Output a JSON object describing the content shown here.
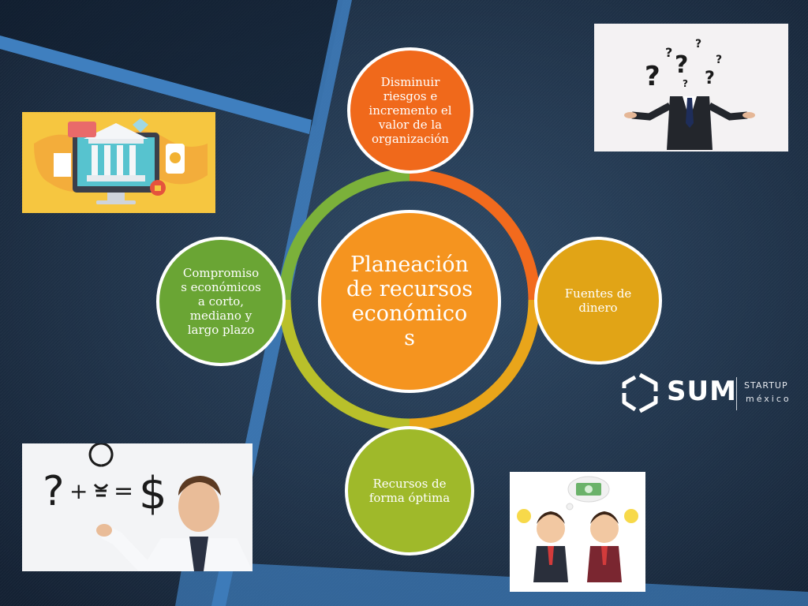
{
  "diagram": {
    "center": {
      "label": "Planeación\nde recursos\neconómico\ns",
      "color": "#f5941f"
    },
    "nodes": [
      {
        "id": "top",
        "label": "Disminuir\nriesgos e\nincremento el\nvalor de la\norganización",
        "color": "#f0691b"
      },
      {
        "id": "right",
        "label": "Fuentes de\ndinero",
        "color": "#e1a416"
      },
      {
        "id": "bottom",
        "label": "Recursos de\nforma óptima",
        "color": "#9fb92a"
      },
      {
        "id": "left",
        "label": "Compromiso\ns económicos\na corto,\nmediano y\nlargo plazo",
        "color": "#6aa534"
      }
    ],
    "ring_colors": [
      "#f26a1d",
      "#e9a51a",
      "#b9c02a",
      "#7bb13a"
    ]
  },
  "logo": {
    "brand": "SUM",
    "line1": "STARTUP",
    "line2": "méxico"
  },
  "colors": {
    "background": "#1b2a3d",
    "stripe": "#3f7fbf"
  },
  "icons": [
    "bank-icon",
    "question-mark-icon",
    "lightbulb-icon",
    "dollar-sign-icon",
    "money-bill-icon"
  ]
}
